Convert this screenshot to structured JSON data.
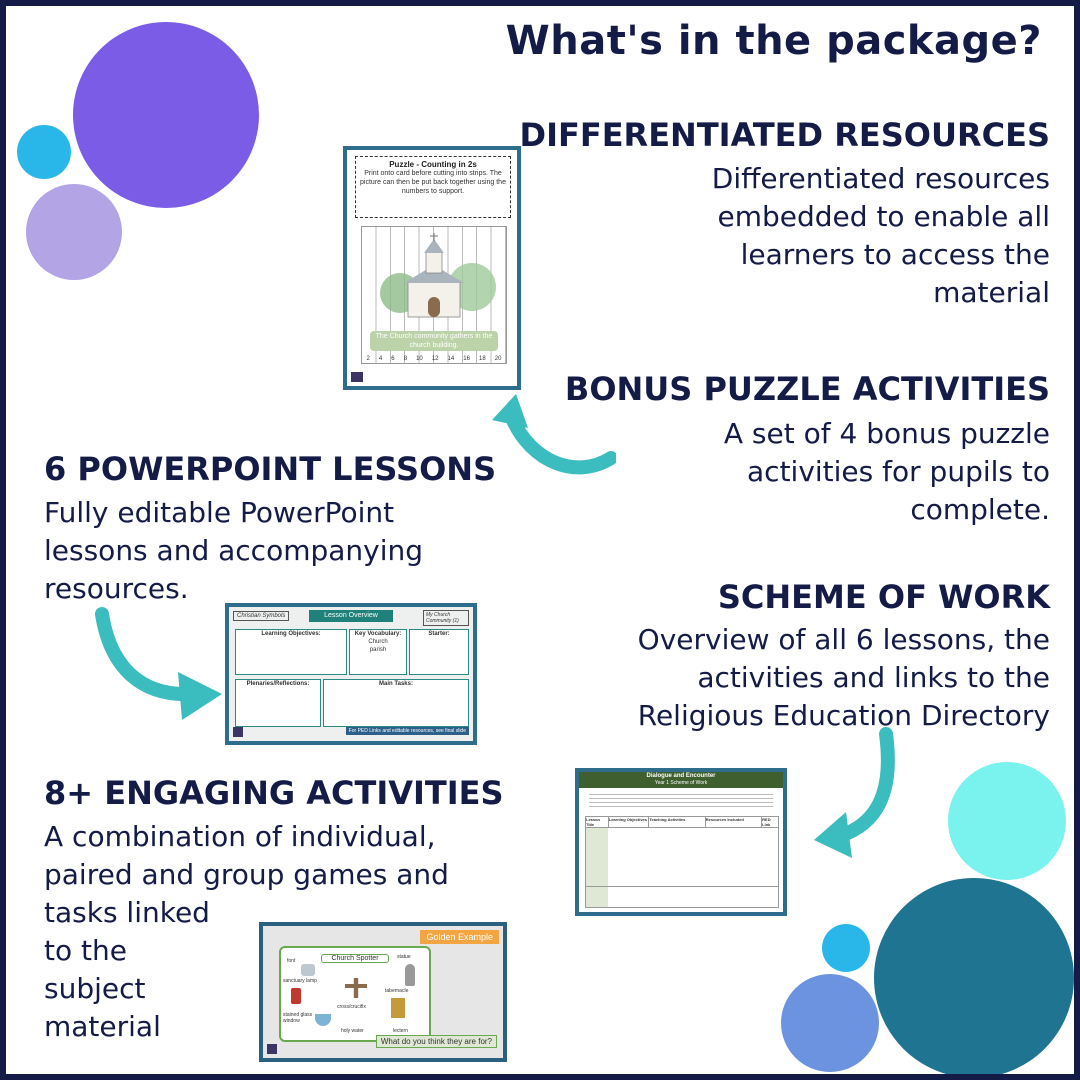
{
  "title": "What's in the package?",
  "sections": {
    "differentiated": {
      "heading": "DIFFERENTIATED RESOURCES",
      "lines": [
        "Differentiated resources",
        "embedded to enable all",
        "learners to access the",
        "material"
      ]
    },
    "bonus": {
      "heading": "BONUS PUZZLE ACTIVITIES",
      "lines": [
        "A set of 4 bonus puzzle",
        "activities for pupils to",
        "complete."
      ]
    },
    "powerpoint": {
      "heading": "6 POWERPOINT LESSONS",
      "lines": [
        "Fully editable PowerPoint",
        "lessons and accompanying",
        "resources."
      ]
    },
    "scheme": {
      "heading": "SCHEME OF WORK",
      "lines": [
        "Overview of all 6 lessons, the",
        "activities and links to the",
        "Religious Education Directory"
      ]
    },
    "activities": {
      "heading": "8+ ENGAGING ACTIVITIES",
      "lines": [
        "A combination of individual,",
        "paired and group games and",
        "tasks linked",
        "to the",
        "subject",
        "material"
      ]
    }
  },
  "puzzle_thumb": {
    "title": "Puzzle - Counting in 2s",
    "instructions": "Print onto card before cutting into strips. The picture can then be put back together using the numbers to support.",
    "caption": "The Church community gathers in the church building.",
    "numbers": [
      "2",
      "4",
      "6",
      "8",
      "10",
      "12",
      "14",
      "16",
      "18",
      "20"
    ]
  },
  "lesson_thumb": {
    "tag_left": "Christian Symbols",
    "heading": "Lesson Overview",
    "tag_right": "My Church Community (1)",
    "learning_objectives": "Learning Objectives:",
    "key_vocabulary": "Key Vocabulary:",
    "starter": "Starter:",
    "plenaries": "Plenaries/Reflections:",
    "main_tasks": "Main Tasks:",
    "vocab_words": "Church\nparish",
    "footer": "For PED Links and editable resources, see final slide"
  },
  "scheme_thumb": {
    "title": "Dialogue and Encounter",
    "subtitle": "Year 1 Scheme of Work",
    "columns": [
      "Lesson Title",
      "Learning Objectives",
      "Teaching Activities",
      "Resources Included",
      "RED Link"
    ]
  },
  "activity_thumb": {
    "badge": "Golden Example",
    "heading": "Church Spotter",
    "question": "What do you think they are for?",
    "labels": [
      "font",
      "sanctuary lamp",
      "stained glass window",
      "cross/crucifix",
      "holy water",
      "statue",
      "tabernacle",
      "lectern"
    ]
  },
  "colors": {
    "navy": "#141b47",
    "teal": "#3bbcbf",
    "purple": "#7b5ce6",
    "lavender": "#b3a4e6",
    "sky": "#29b6e8",
    "aqua": "#7af2ee",
    "deep_teal": "#1e7491",
    "periwinkle": "#6b93e0"
  }
}
